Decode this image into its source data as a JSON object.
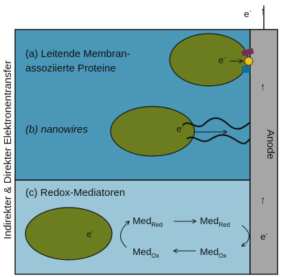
{
  "side_label": "Indirekter  &  Direkter Elektronentransfer",
  "anode": {
    "label": "Anode",
    "external_label": "e",
    "electron_sup": "-",
    "arrow_up": "↑"
  },
  "direct": {
    "a_line1": "(a) Leitende Membran-",
    "a_line2": "assoziierte Proteine",
    "b_label": "(b) nanowires",
    "electron": "e",
    "electron_sup": "-"
  },
  "indirect": {
    "title": "(c) Redox-Mediatoren",
    "electron": "e",
    "electron_sup": "-",
    "med": "Med",
    "red": "Red",
    "ox": "Ox"
  },
  "colors": {
    "direct_bg": "#4a97b8",
    "indirect_bg": "#9ac6d8",
    "cell": "#6b7d1e",
    "anode": "#a6a6a6",
    "protein_top": "#7b2a55",
    "protein_mid": "#e8c21a",
    "protein_bottom": "#0d6fa0"
  }
}
